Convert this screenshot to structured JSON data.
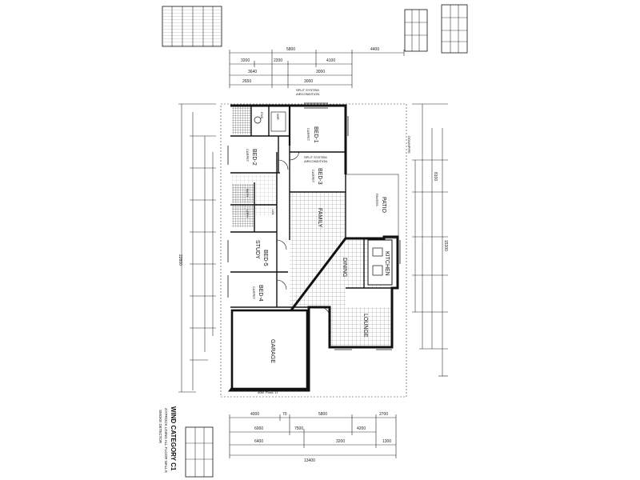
{
  "rooms": {
    "bed1": "BED-1",
    "bed2": "BED-2",
    "bed3": "BED-3",
    "bed4": "BED-4",
    "bed5": "BED-5",
    "study": "STUDY",
    "family": "FAMILY",
    "dining": "DINING",
    "kitchen": "KITCHEN",
    "lounge": "LOUNGE",
    "patio": "PATIO",
    "garage": "GARAGE",
    "wir": "WIR",
    "ens": "ENS",
    "bath": "BATH",
    "ldry": "LDRY",
    "linen": "LIN",
    "carpet": "CARPET"
  },
  "notes": {
    "split_system_1": "SPLIT SYSTEM",
    "split_system_1b": "AIRCONDITION",
    "split_system_2": "SPLIT SYSTEM",
    "split_system_2b": "AIRCONDITION",
    "garage_floor": "40M. Pond. Lt",
    "patio_note": "PAVERS",
    "downpipe": "DOWNPIPE"
  },
  "footer": {
    "wind_category": "WIND CATEGORY C1",
    "note_line_1": "GYPROCK LINING ALL FLOOR WALLS",
    "note_line_2": "SMOKE DETECTOR"
  },
  "dimensions": {
    "top_row_1": [
      "5800",
      "4400"
    ],
    "top_row_2": [
      "3200",
      "2200",
      "4100"
    ],
    "top_row_3": [
      "3640",
      "3000"
    ],
    "top_row_4": [
      "2650",
      "3000"
    ],
    "bottom_row_1": [
      "4000",
      "70",
      "5800",
      "2700"
    ],
    "bottom_row_2": [
      "6000",
      "7500",
      "4200"
    ],
    "bottom_row_3": [
      "6400",
      "3200",
      "1300"
    ],
    "bottom_overall": "13400",
    "left_overall": "22800",
    "right_overall": "15300",
    "right_main": "8100"
  }
}
